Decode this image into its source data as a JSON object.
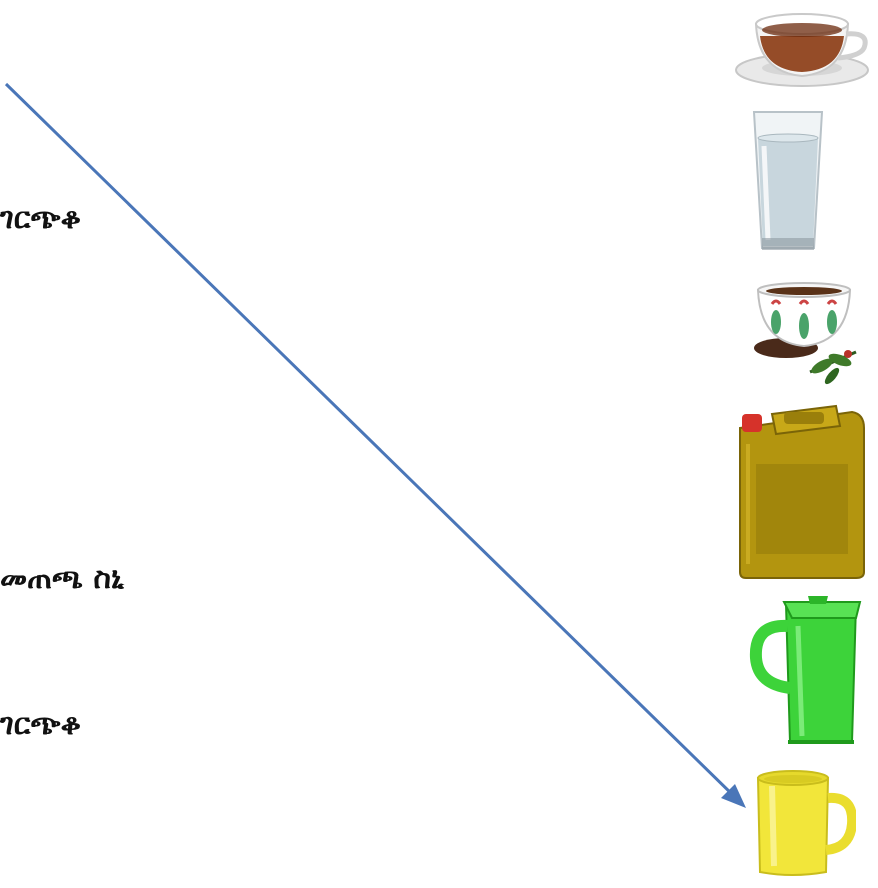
{
  "labels": [
    {
      "text": "ገርጭቆ"
    },
    {
      "text": "መጠጫ ስኒ"
    },
    {
      "text": "ገርጭቆ"
    }
  ],
  "pictures": [
    {
      "icon": "tea-cup-saucer-icon"
    },
    {
      "icon": "water-glass-icon"
    },
    {
      "icon": "coffee-cup-sini-icon"
    },
    {
      "icon": "jerrycan-icon"
    },
    {
      "icon": "water-jug-icon"
    },
    {
      "icon": "yellow-mug-icon"
    }
  ],
  "colors": {
    "arrow": "#4a76b8",
    "jug": "#3dd33a",
    "mug": "#f2e63a",
    "jerrycan": "#b3950f",
    "tea": "#8b3a12"
  }
}
